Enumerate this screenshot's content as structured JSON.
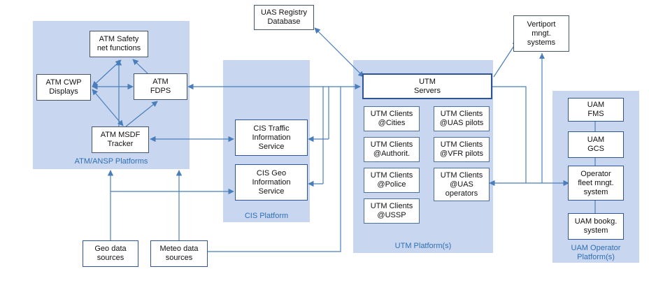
{
  "platforms": {
    "atm": "ATM/ANSP Platforms",
    "cis": "CIS Platform",
    "utm": "UTM Platform(s)",
    "uam": "UAM Operator\nPlatform(s)"
  },
  "nodes": {
    "atm_safety": "ATM Safety\nnet functions",
    "atm_cwp": "ATM CWP\nDisplays",
    "atm_fdps": "ATM\nFDPS",
    "atm_msdf": "ATM MSDF\nTracker",
    "cis_traffic": "CIS Traffic\nInformation\nService",
    "cis_geo": "CIS Geo\nInformation\nService",
    "uas_registry": "UAS Registry\nDatabase",
    "vertiport": "Vertiport\nmngt.\nsystems",
    "utm_servers": "UTM\nServers",
    "utm_cities": "UTM Clients\n@Cities",
    "utm_authorit": "UTM Clients\n@Authorit.",
    "utm_police": "UTM Clients\n@Police",
    "utm_ussp": "UTM Clients\n@USSP",
    "utm_uas_pilots": "UTM Clients\n@UAS pilots",
    "utm_vfr_pilots": "UTM Clients\n@VFR pilots",
    "utm_uas_operators": "UTM Clients\n@UAS\noperators",
    "uam_fms": "UAM\nFMS",
    "uam_gcs": "UAM\nGCS",
    "operator_fleet": "Operator\nfleet mngt.\nsystem",
    "uam_booking": "UAM bookg.\nsystem",
    "geo_sources": "Geo data\nsources",
    "meteo_sources": "Meteo data\nsources"
  },
  "colors": {
    "platform_fill": "#c8d7ef",
    "connector": "#4a7ebb",
    "box_border": "#2f5597",
    "label_text": "#2f6eb5"
  }
}
